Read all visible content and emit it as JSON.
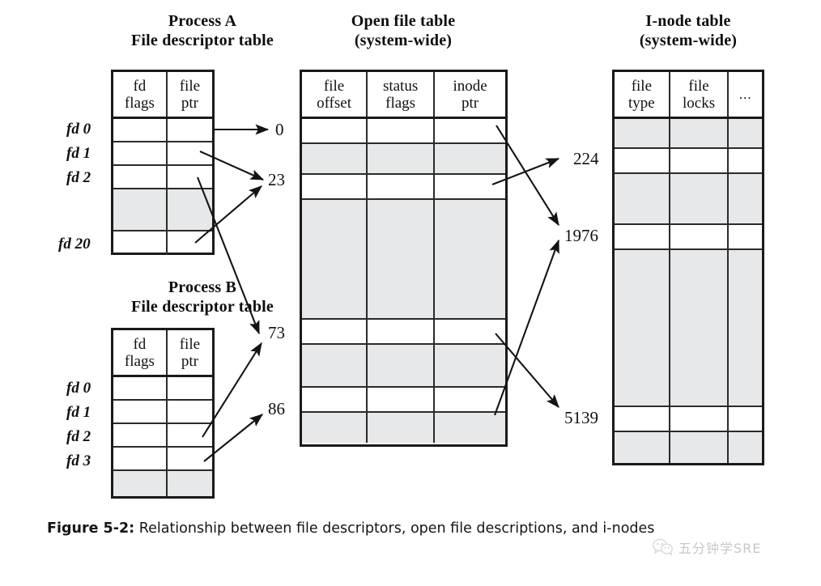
{
  "figure": {
    "caption_label": "Figure 5-2:",
    "caption_text": " Relationship between file descriptors, open file descriptions, and i-nodes"
  },
  "watermark": {
    "icon": "wechat-icon",
    "text": "五分钟学SRE"
  },
  "tables": {
    "process_a": {
      "title_line1": "Process A",
      "title_line2": "File descriptor table",
      "headers": [
        "fd\nflags",
        "file\nptr"
      ],
      "header_cells": [
        {
          "line1": "fd",
          "line2": "flags"
        },
        {
          "line1": "file",
          "line2": "ptr"
        }
      ],
      "row_labels": [
        "fd 0",
        "fd 1",
        "fd 2",
        "",
        "fd 20"
      ],
      "rows": [
        {
          "label": "fd 0",
          "shaded": false
        },
        {
          "label": "fd 1",
          "shaded": false
        },
        {
          "label": "fd 2",
          "shaded": false
        },
        {
          "label": "",
          "shaded": true
        },
        {
          "label": "fd 20",
          "shaded": false
        }
      ]
    },
    "process_b": {
      "title_line1": "Process B",
      "title_line2": "File descriptor table",
      "header_cells": [
        {
          "line1": "fd",
          "line2": "flags"
        },
        {
          "line1": "file",
          "line2": "ptr"
        }
      ],
      "rows": [
        {
          "label": "fd 0",
          "shaded": false
        },
        {
          "label": "fd 1",
          "shaded": false
        },
        {
          "label": "fd 2",
          "shaded": false
        },
        {
          "label": "fd 3",
          "shaded": false
        },
        {
          "label": "",
          "shaded": true
        }
      ]
    },
    "open_file_table": {
      "title_line1": "Open file table",
      "title_line2": "(system-wide)",
      "header_cells": [
        {
          "line1": "file",
          "line2": "offset"
        },
        {
          "line1": "status",
          "line2": "flags"
        },
        {
          "line1": "inode",
          "line2": "ptr"
        }
      ],
      "rows": [
        {
          "label": "0",
          "shaded": false
        },
        {
          "label": "",
          "shaded": true
        },
        {
          "label": "23",
          "shaded": false
        },
        {
          "label": "",
          "shaded": true
        },
        {
          "label": "73",
          "shaded": false
        },
        {
          "label": "",
          "shaded": true
        },
        {
          "label": "86",
          "shaded": false
        },
        {
          "label": "",
          "shaded": true
        }
      ]
    },
    "inode_table": {
      "title_line1": "I-node table",
      "title_line2": "(system-wide)",
      "header_cells": [
        {
          "line1": "file",
          "line2": "type"
        },
        {
          "line1": "file",
          "line2": "locks"
        },
        {
          "line1": "",
          "line2": "..."
        }
      ],
      "rows": [
        {
          "label": "",
          "shaded": true
        },
        {
          "label": "224",
          "shaded": false
        },
        {
          "label": "",
          "shaded": true
        },
        {
          "label": "1976",
          "shaded": false
        },
        {
          "label": "",
          "shaded": true
        },
        {
          "label": "5139",
          "shaded": false
        },
        {
          "label": "",
          "shaded": true
        }
      ]
    }
  },
  "links": [
    {
      "from": "process-a.fd-0",
      "to": "open-file-table.0"
    },
    {
      "from": "process-a.fd-1",
      "to": "open-file-table.23"
    },
    {
      "from": "process-a.fd-2",
      "to": "open-file-table.73"
    },
    {
      "from": "process-a.fd-20",
      "to": "open-file-table.23"
    },
    {
      "from": "process-b.fd-2",
      "to": "open-file-table.73"
    },
    {
      "from": "process-b.fd-3",
      "to": "open-file-table.86"
    },
    {
      "from": "open-file-table.0",
      "to": "inode-table.1976"
    },
    {
      "from": "open-file-table.23",
      "to": "inode-table.224"
    },
    {
      "from": "open-file-table.73",
      "to": "inode-table.5139"
    },
    {
      "from": "open-file-table.86",
      "to": "inode-table.1976"
    }
  ],
  "colors": {
    "shaded_row": "#e6e8e9",
    "border": "#1a1a1a",
    "text": "#101010",
    "watermark": "#9a9a9a"
  }
}
